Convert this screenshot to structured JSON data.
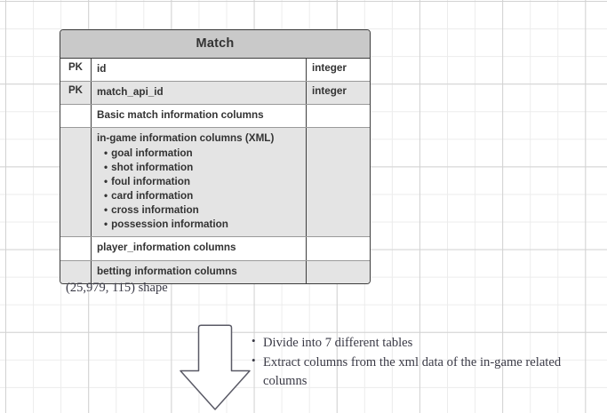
{
  "diagram": {
    "entity": {
      "title": "Match",
      "rows": [
        {
          "key": "PK",
          "name": "id",
          "type": "integer",
          "shaded": false
        },
        {
          "key": "PK",
          "name": "match_api_id",
          "type": "integer",
          "shaded": true
        },
        {
          "key": "",
          "name": "Basic match information columns",
          "type": "",
          "shaded": false
        },
        {
          "key": "",
          "name": "in-game information columns (XML)",
          "type": "",
          "shaded": true,
          "sub": [
            "goal information",
            "shot information",
            "foul information",
            "card information",
            "cross information",
            "possession information"
          ]
        },
        {
          "key": "",
          "name": "player_information columns",
          "type": "",
          "shaded": false
        },
        {
          "key": "",
          "name": "betting information columns",
          "type": "",
          "shaded": true
        }
      ]
    },
    "shape_caption": "(25,979, 115) shape",
    "arrow": {
      "name": "down-arrow",
      "direction": "down"
    },
    "notes": [
      "Divide into 7 different tables",
      "Extract columns from the xml data of the in-game related columns"
    ]
  },
  "colors": {
    "entity_border": "#3d3d3d",
    "entity_header_fill": "#c9c9c9",
    "entity_row_shaded": "#e4e4e4",
    "entity_row_plain": "#ffffff",
    "text": "#333333",
    "note_text": "#3a3a46",
    "grid_minor": "#ececec",
    "grid_major": "#d2d2d2",
    "arrow_stroke": "#5a5a66"
  }
}
